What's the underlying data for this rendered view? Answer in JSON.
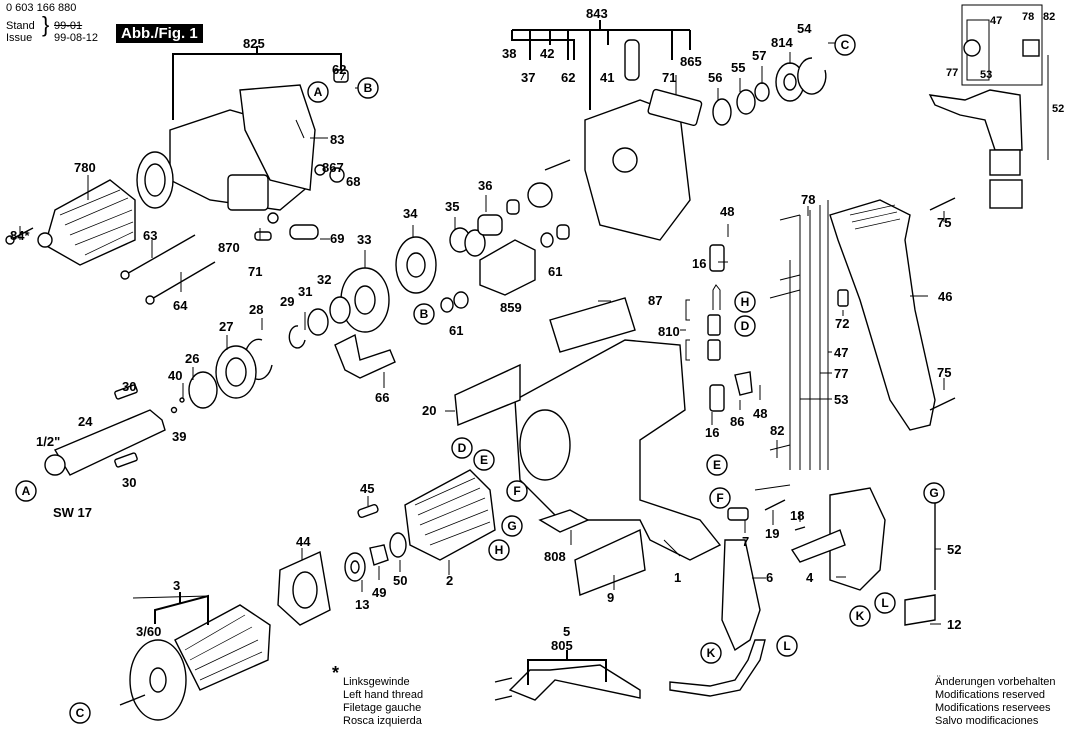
{
  "header": {
    "part_number": "0 603 166 880",
    "stand_label": "Stand",
    "issue_label": "Issue",
    "old_date": "99-01",
    "issue_date": "99-08-12",
    "figure_tag": "Abb./Fig. 1"
  },
  "footnote": {
    "marker": "*",
    "lines": [
      "Linksgewinde",
      "Left hand thread",
      "Filetage gauche",
      "Rosca izquierda"
    ]
  },
  "disclaimer": {
    "lines": [
      "Änderungen vorbehalten",
      "Modifications reserved",
      "Modifications reservees",
      "Salvo modificaciones"
    ]
  },
  "part_labels": {
    "l825": "825",
    "l62a": "62",
    "l83": "83",
    "l867": "867",
    "l68": "68",
    "l780": "780",
    "l84": "84*",
    "l63": "63",
    "l64": "64",
    "l870": "870",
    "l69": "69",
    "l71a": "71",
    "l843": "843",
    "l38": "38",
    "l37": "37",
    "l42": "42",
    "l62b": "62",
    "l41": "41",
    "l71b": "71",
    "l865": "865",
    "l56": "56",
    "l55": "55",
    "l57": "57",
    "l814": "814",
    "l54": "54",
    "l36": "36",
    "l35": "35",
    "l34": "34",
    "l33": "33",
    "l32": "32",
    "l31": "31",
    "l29": "29",
    "l28": "28",
    "l27": "27",
    "l26": "26",
    "l40": "40",
    "l39": "39",
    "l66": "66",
    "l61a": "61",
    "l61b": "61",
    "l859": "859",
    "l87": "87",
    "l20": "20",
    "l30a": "30",
    "l30b": "30",
    "l24": "24",
    "l12in": "1/2\"",
    "lsw17": "SW 17",
    "l45": "45",
    "l2": "2",
    "l50": "50",
    "l49": "49",
    "l13": "13",
    "l44": "44",
    "l3": "3",
    "l360": "3/60",
    "l808": "808",
    "l9": "9",
    "l1": "1",
    "l5": "5",
    "l805": "805",
    "l48a": "48",
    "l16a": "16",
    "l810": "810",
    "l16b": "16",
    "l86": "86",
    "l48b": "48",
    "l78": "78",
    "l72": "72",
    "l46": "46",
    "l75a": "75",
    "l75b": "75",
    "l47": "47",
    "l77": "77",
    "l53": "53",
    "l82": "82",
    "l7": "7",
    "l19": "19",
    "l18": "18",
    "l4": "4",
    "l6": "6",
    "l52": "52",
    "l12": "12",
    "w47": "47",
    "w78": "78",
    "w82": "82",
    "w77": "77",
    "w53": "53",
    "w52": "52"
  },
  "callouts": {
    "A1": "A",
    "B1": "B",
    "C1": "C",
    "A2": "A",
    "B2": "B",
    "C2": "C",
    "D1": "D",
    "E1": "E",
    "F1": "F",
    "G1": "G",
    "H1": "H",
    "H2": "H",
    "D2": "D",
    "E2": "E",
    "F2": "F",
    "G2": "G",
    "K1": "K",
    "L1": "L",
    "K2": "K",
    "L2": "L"
  }
}
